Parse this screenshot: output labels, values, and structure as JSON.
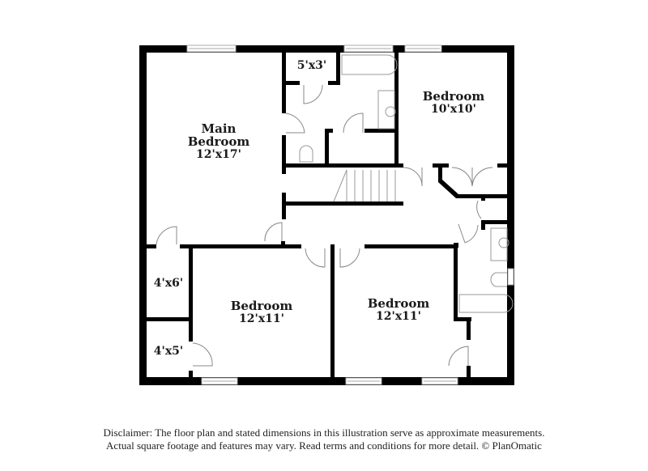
{
  "floor_plan": {
    "rooms": [
      {
        "name": "Main",
        "name2": "Bedroom",
        "dims": "12'x17'"
      },
      {
        "name": "",
        "dims": "5'x3'"
      },
      {
        "name": "Bedroom",
        "dims": "10'x10'"
      },
      {
        "name": "",
        "dims": "4'x6'"
      },
      {
        "name": "",
        "dims": "4'x5'"
      },
      {
        "name": "Bedroom",
        "dims": "12'x11'"
      },
      {
        "name": "Bedroom",
        "dims": "12'x11'"
      }
    ],
    "colors": {
      "wall": "#000000",
      "fixture": "#999999",
      "window": "#cccccc"
    }
  },
  "disclaimer": {
    "line1": "Disclaimer: The floor plan and stated dimensions in this illustration serve as approximate measurements.",
    "line2": "Actual square footage and features may vary. Read terms and conditions for more detail. © PlanOmatic"
  }
}
